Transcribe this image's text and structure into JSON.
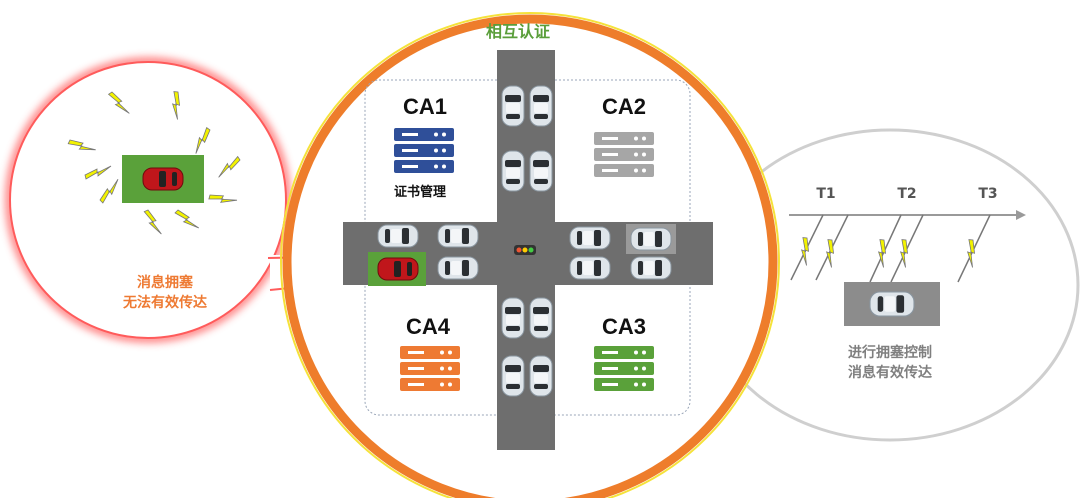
{
  "title": "相互认证",
  "ca_boxes": [
    {
      "label": "CA1",
      "color": "#2f4f99",
      "caption": "证书管理"
    },
    {
      "label": "CA2",
      "color": "#a6a6a6"
    },
    {
      "label": "CA3",
      "color": "#5aa13a"
    },
    {
      "label": "CA4",
      "color": "#ee7a33"
    }
  ],
  "left_callout": {
    "line1": "消息拥塞",
    "line2": "无法有效传达",
    "color": "#ee7a33"
  },
  "right_callout": {
    "timeline": [
      "T1",
      "T2",
      "T3"
    ],
    "line1": "进行拥塞控制",
    "line2": "消息有效传达",
    "color": "#7f7f7f"
  },
  "colors": {
    "ring": "#ee7d2b",
    "title": "#5a9e3a",
    "alert": "#ff4d4d",
    "road": "#6e6e6e"
  }
}
